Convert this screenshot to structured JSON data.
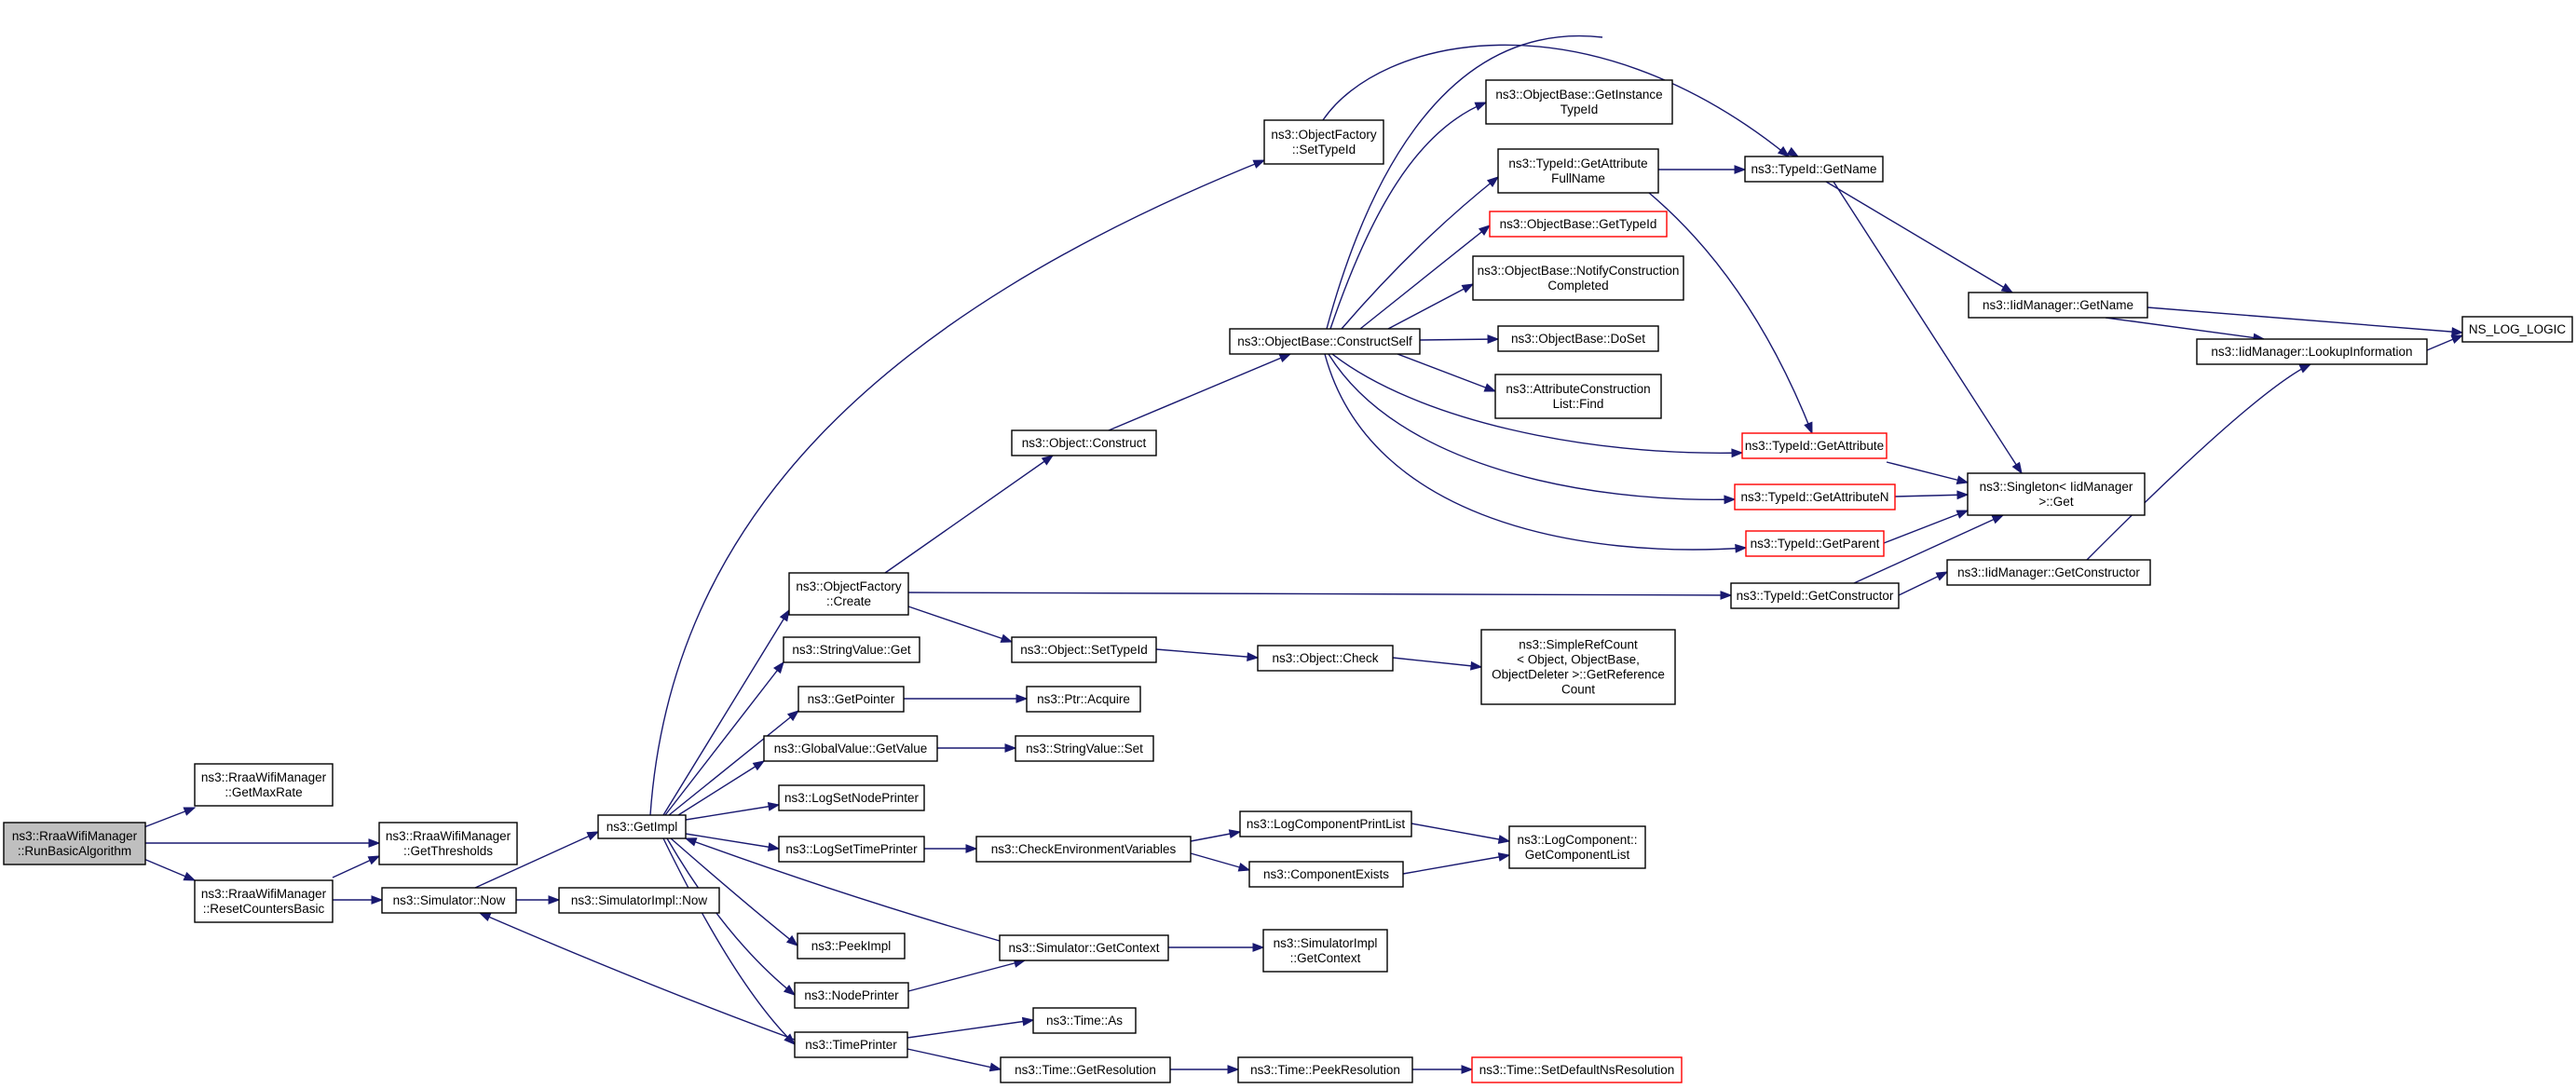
{
  "colors": {
    "edge": "#191970",
    "node_border": "#000000",
    "node_border_truncated": "#ff0000",
    "node_fill": "#ffffff",
    "root_fill": "#bfbfbf"
  },
  "nodes": [
    {
      "id": "root",
      "lines": [
        "ns3::RraaWifiManager",
        "::RunBasicAlgorithm"
      ],
      "root": true
    },
    {
      "id": "getmaxrate",
      "lines": [
        "ns3::RraaWifiManager",
        "::GetMaxRate"
      ]
    },
    {
      "id": "getthresholds",
      "lines": [
        "ns3::RraaWifiManager",
        "::GetThresholds"
      ]
    },
    {
      "id": "resetcounters",
      "lines": [
        "ns3::RraaWifiManager",
        "::ResetCountersBasic"
      ]
    },
    {
      "id": "simnow",
      "lines": [
        "ns3::Simulator::Now"
      ]
    },
    {
      "id": "getimpl",
      "lines": [
        "ns3::GetImpl"
      ]
    },
    {
      "id": "simimplnow",
      "lines": [
        "ns3::SimulatorImpl::Now"
      ]
    },
    {
      "id": "objfactorysettypeid",
      "lines": [
        "ns3::ObjectFactory",
        "::SetTypeId"
      ]
    },
    {
      "id": "objfactorycreate",
      "lines": [
        "ns3::ObjectFactory",
        "::Create"
      ]
    },
    {
      "id": "stringvalueget",
      "lines": [
        "ns3::StringValue::Get"
      ]
    },
    {
      "id": "getpointer",
      "lines": [
        "ns3::GetPointer"
      ]
    },
    {
      "id": "globalvaluegetvalue",
      "lines": [
        "ns3::GlobalValue::GetValue"
      ]
    },
    {
      "id": "logsetnodeprinter",
      "lines": [
        "ns3::LogSetNodePrinter"
      ]
    },
    {
      "id": "logsettimeprinter",
      "lines": [
        "ns3::LogSetTimePrinter"
      ]
    },
    {
      "id": "peekimpl",
      "lines": [
        "ns3::PeekImpl"
      ]
    },
    {
      "id": "nodeprinter",
      "lines": [
        "ns3::NodePrinter"
      ]
    },
    {
      "id": "timeprinter",
      "lines": [
        "ns3::TimePrinter"
      ]
    },
    {
      "id": "objectconstruct",
      "lines": [
        "ns3::Object::Construct"
      ]
    },
    {
      "id": "objectsettypeid",
      "lines": [
        "ns3::Object::SetTypeId"
      ]
    },
    {
      "id": "ptracquire",
      "lines": [
        "ns3::Ptr::Acquire"
      ]
    },
    {
      "id": "stringvalueset",
      "lines": [
        "ns3::StringValue::Set"
      ]
    },
    {
      "id": "checkenv",
      "lines": [
        "ns3::CheckEnvironmentVariables"
      ]
    },
    {
      "id": "simgetcontext",
      "lines": [
        "ns3::Simulator::GetContext"
      ]
    },
    {
      "id": "timeas",
      "lines": [
        "ns3::Time::As"
      ]
    },
    {
      "id": "timegetres",
      "lines": [
        "ns3::Time::GetResolution"
      ]
    },
    {
      "id": "constructself",
      "lines": [
        "ns3::ObjectBase::ConstructSelf"
      ]
    },
    {
      "id": "objectcheck",
      "lines": [
        "ns3::Object::Check"
      ]
    },
    {
      "id": "logcompprintlist",
      "lines": [
        "ns3::LogComponentPrintList"
      ]
    },
    {
      "id": "compexists",
      "lines": [
        "ns3::ComponentExists"
      ]
    },
    {
      "id": "simimplgetcontext",
      "lines": [
        "ns3::SimulatorImpl",
        "::GetContext"
      ]
    },
    {
      "id": "timepeekres",
      "lines": [
        "ns3::Time::PeekResolution"
      ]
    },
    {
      "id": "getinstancetypeid",
      "lines": [
        "ns3::ObjectBase::GetInstance",
        "TypeId"
      ]
    },
    {
      "id": "getattrfullname",
      "lines": [
        "ns3::TypeId::GetAttribute",
        "FullName"
      ]
    },
    {
      "id": "objbasegettypeid",
      "lines": [
        "ns3::ObjectBase::GetTypeId"
      ],
      "truncated": true
    },
    {
      "id": "notifyconstruction",
      "lines": [
        "ns3::ObjectBase::NotifyConstruction",
        "Completed"
      ]
    },
    {
      "id": "doset",
      "lines": [
        "ns3::ObjectBase::DoSet"
      ]
    },
    {
      "id": "attrconstructionfind",
      "lines": [
        "ns3::AttributeConstruction",
        "List::Find"
      ]
    },
    {
      "id": "simplerefcount",
      "lines": [
        "ns3::SimpleRefCount",
        "< Object, ObjectBase,",
        "ObjectDeleter >::GetReference",
        "Count"
      ]
    },
    {
      "id": "getcomplist",
      "lines": [
        "ns3::LogComponent::",
        "GetComponentList"
      ]
    },
    {
      "id": "setdefaultnsres",
      "lines": [
        "ns3::Time::SetDefaultNsResolution"
      ],
      "truncated": true
    },
    {
      "id": "typeidgetname",
      "lines": [
        "ns3::TypeId::GetName"
      ]
    },
    {
      "id": "typeidgetattribute",
      "lines": [
        "ns3::TypeId::GetAttribute"
      ],
      "truncated": true
    },
    {
      "id": "typeidgetattributen",
      "lines": [
        "ns3::TypeId::GetAttributeN"
      ],
      "truncated": true
    },
    {
      "id": "typeidgetparent",
      "lines": [
        "ns3::TypeId::GetParent"
      ],
      "truncated": true
    },
    {
      "id": "typeidgetconstructor",
      "lines": [
        "ns3::TypeId::GetConstructor"
      ]
    },
    {
      "id": "iidmgrgetname",
      "lines": [
        "ns3::IidManager::GetName"
      ]
    },
    {
      "id": "singletonget",
      "lines": [
        "ns3::Singleton< IidManager",
        ">::Get"
      ]
    },
    {
      "id": "iidmgrgetconstructor",
      "lines": [
        "ns3::IidManager::GetConstructor"
      ]
    },
    {
      "id": "iidmgrlookup",
      "lines": [
        "ns3::IidManager::LookupInformation"
      ]
    },
    {
      "id": "nsloglogic",
      "lines": [
        "NS_LOG_LOGIC"
      ]
    }
  ]
}
